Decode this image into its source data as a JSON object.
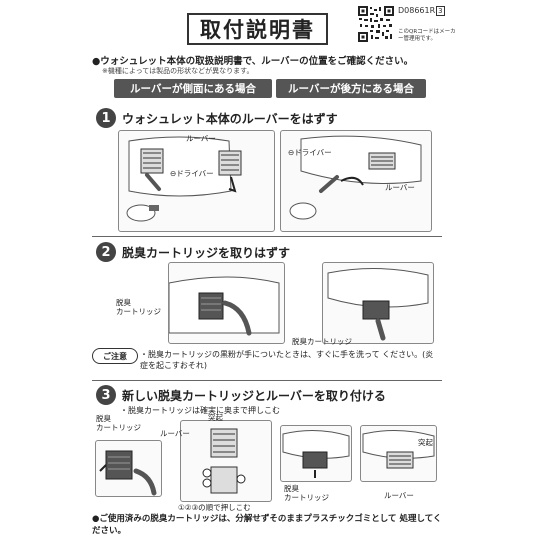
{
  "header": {
    "title": "取付説明書",
    "doc_code": "D08661R",
    "doc_code_box": "3",
    "qr_note": "このQRコードはメーカー管理用です。"
  },
  "intro": {
    "text": "●ウォシュレット本体の取扱説明書で、ルーバーの位置をご確認ください。",
    "note": "※機種によっては製品の形状などが異なります。"
  },
  "conditions": [
    "ルーバーが側面にある場合",
    "ルーバーが後方にある場合"
  ],
  "steps": [
    {
      "num": "1",
      "title": "ウォシュレット本体のルーバーをはずす",
      "labels": {
        "louver": "ルーバー",
        "driver": "⊖ドライバー",
        "driver2": "⊖ドライバー",
        "louver2": "ルーバー"
      }
    },
    {
      "num": "2",
      "title": "脱臭カートリッジを取りはずす",
      "labels": {
        "cartridge": "脱臭\nカートリッジ",
        "cartridge2": "脱臭カートリッジ"
      }
    },
    {
      "num": "3",
      "title": "新しい脱臭カートリッジとルーバーを取り付ける",
      "note": "・脱臭カートリッジは確実に奥まで押しこむ",
      "labels": {
        "cartridge": "脱臭\nカートリッジ",
        "protrusion": "突起",
        "louver": "ルーバー",
        "order": "①②③の順で押しこむ",
        "cartridge2": "脱臭\nカートリッジ",
        "protrusion2": "突起",
        "louver2": "ルーバー"
      }
    }
  ],
  "caution": {
    "tag": "ご注意",
    "text": "・脱臭カートリッジの黒粉が手についたときは、すぐに手を洗って ください。(炎症を起こすおそれ)"
  },
  "footer": "●ご使用済みの脱臭カートリッジは、分解せずそのままプラスチックゴミとして 処理してください。"
}
